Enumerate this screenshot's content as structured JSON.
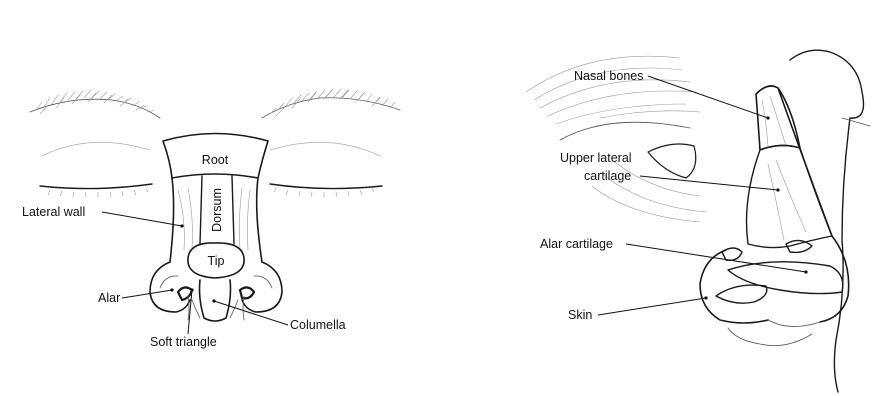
{
  "frontal_view": {
    "labels": {
      "root": "Root",
      "dorsum": "Dorsum",
      "tip": "Tip",
      "lateral_wall": "Lateral wall",
      "alar": "Alar",
      "soft_triangle": "Soft triangle",
      "columella": "Columella"
    }
  },
  "lateral_view": {
    "labels": {
      "nasal_bones": "Nasal bones",
      "upper_lateral_line1": "Upper lateral",
      "upper_lateral_line2": "cartilage",
      "alar_cartilage": "Alar cartilage",
      "skin": "Skin"
    }
  },
  "colors": {
    "ink": "#1a1a1a",
    "background": "#ffffff"
  }
}
